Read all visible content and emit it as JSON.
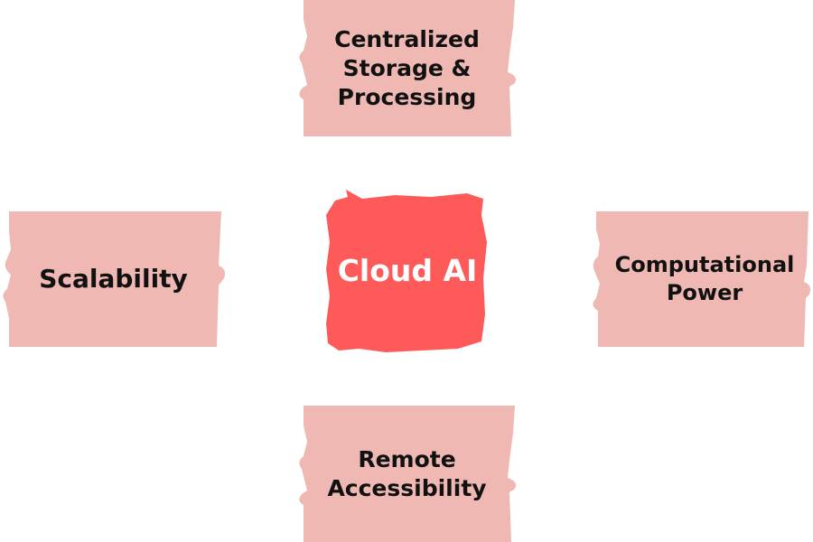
{
  "diagram": {
    "center": {
      "label": "Cloud AI",
      "color": "#fe5a5a",
      "text_color": "#ffffff"
    },
    "nodes": [
      {
        "id": "top",
        "label": "Centralized\nStorage &\nProcessing"
      },
      {
        "id": "left",
        "label": "Scalability"
      },
      {
        "id": "right",
        "label": "Computational\nPower"
      },
      {
        "id": "bottom",
        "label": "Remote\nAccessibility"
      }
    ],
    "node_color": "#efb8b3",
    "text_color": "#111111"
  }
}
